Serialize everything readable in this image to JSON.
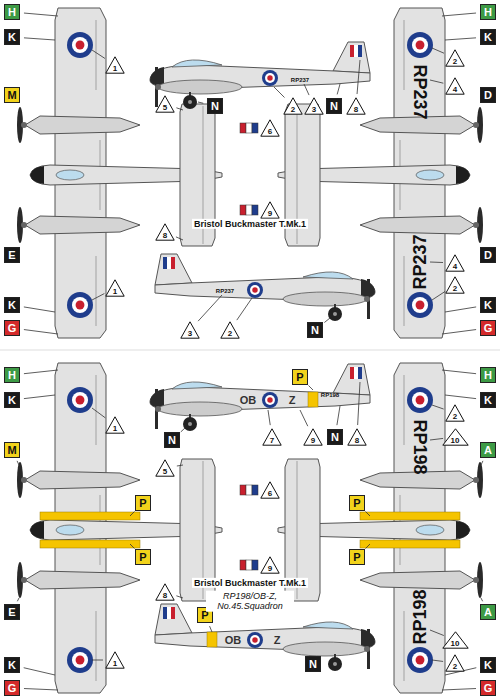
{
  "diagram": {
    "nodes": [
      {
        "text": [
          "H"
        ]
      },
      {
        "text": [
          "H"
        ]
      },
      {
        "text": [
          "K"
        ]
      },
      {
        "text": [
          "K"
        ]
      },
      {
        "text": [
          "2"
        ]
      },
      {
        "text": [
          "1"
        ]
      },
      {
        "text": [
          "4"
        ]
      },
      {
        "text": [
          "M"
        ]
      },
      {
        "text": [
          "D"
        ]
      },
      {
        "text": [
          "5"
        ]
      },
      {
        "text": [
          "N"
        ]
      },
      {
        "text": [
          "2"
        ]
      },
      {
        "text": [
          "3"
        ]
      },
      {
        "text": [
          "N"
        ]
      },
      {
        "text": [
          "8"
        ]
      },
      {
        "text": [
          "6"
        ]
      },
      {
        "text": [
          "9"
        ]
      },
      {
        "text": [
          "8"
        ]
      },
      {
        "text": [
          "E"
        ]
      },
      {
        "text": [
          "D"
        ]
      },
      {
        "text": [
          "4"
        ]
      },
      {
        "text": [
          "2"
        ]
      },
      {
        "text": [
          "1"
        ]
      },
      {
        "text": [
          "K"
        ]
      },
      {
        "text": [
          "K"
        ]
      },
      {
        "text": [
          "3"
        ]
      },
      {
        "text": [
          "2"
        ]
      },
      {
        "text": [
          "N"
        ]
      },
      {
        "text": [
          "G"
        ]
      },
      {
        "text": [
          "G"
        ]
      },
      {
        "text": [
          "H"
        ]
      },
      {
        "text": [
          "H"
        ]
      },
      {
        "text": [
          "P"
        ]
      },
      {
        "text": [
          "K"
        ]
      },
      {
        "text": [
          "K"
        ]
      },
      {
        "text": [
          "2"
        ]
      },
      {
        "text": [
          "1"
        ]
      },
      {
        "text": [
          "10"
        ]
      },
      {
        "text": [
          "N"
        ]
      },
      {
        "text": [
          "7"
        ]
      },
      {
        "text": [
          "9"
        ]
      },
      {
        "text": [
          "N"
        ]
      },
      {
        "text": [
          "8"
        ]
      },
      {
        "text": [
          "M"
        ]
      },
      {
        "text": [
          "A"
        ]
      },
      {
        "text": [
          "5"
        ]
      },
      {
        "text": [
          "6"
        ]
      },
      {
        "text": [
          "P"
        ]
      },
      {
        "text": [
          "P"
        ]
      },
      {
        "text": [
          "P"
        ]
      },
      {
        "text": [
          "P"
        ]
      },
      {
        "text": [
          "9"
        ]
      },
      {
        "text": [
          "8"
        ]
      },
      {
        "text": [
          "E"
        ]
      },
      {
        "text": [
          "A"
        ]
      },
      {
        "text": [
          "P"
        ]
      },
      {
        "text": [
          "10"
        ]
      },
      {
        "text": [
          "1"
        ]
      },
      {
        "text": [
          "2"
        ]
      },
      {
        "text": [
          "N"
        ]
      },
      {
        "text": [
          "K"
        ]
      },
      {
        "text": [
          "K"
        ]
      },
      {
        "text": [
          "G"
        ]
      },
      {
        "text": [
          "G"
        ]
      }
    ],
    "labels": [
      "RP237",
      "RP237",
      "Bristol Buckmaster T.Mk.1",
      "RP237",
      "RP237",
      "OB",
      "Z",
      "RP198",
      "RP198",
      "Bristol Buckmaster T.Mk.1",
      "RP198/OB-Z, No.45.Squadron",
      "RP198",
      "OB",
      "Z"
    ]
  }
}
